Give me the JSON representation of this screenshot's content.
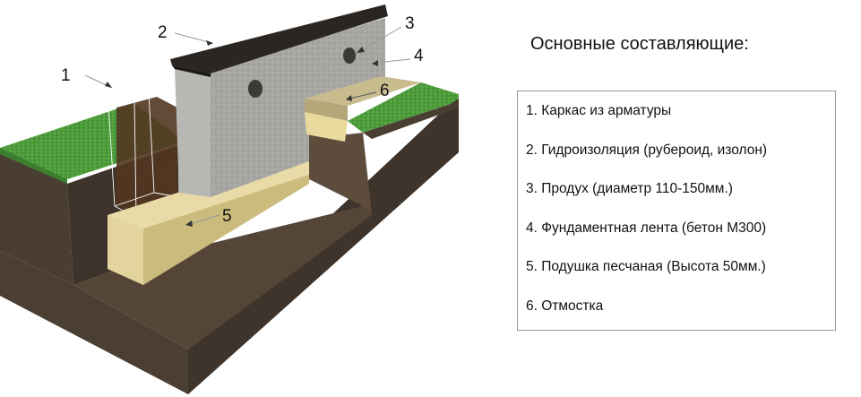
{
  "diagram": {
    "callouts": [
      {
        "id": "1",
        "label": "1"
      },
      {
        "id": "2",
        "label": "2"
      },
      {
        "id": "3",
        "label": "3"
      },
      {
        "id": "4",
        "label": "4"
      },
      {
        "id": "5",
        "label": "5"
      },
      {
        "id": "6",
        "label": "6"
      }
    ],
    "colors": {
      "grass": "#4a9a3a",
      "soil": "#4a3d30",
      "sand": "#d9c98a",
      "concrete": "#a3a3a0",
      "roofing": "#2e2a26",
      "blind_area": "#c6b98e"
    }
  },
  "legend": {
    "title": "Основные составляющие:",
    "items": [
      "1. Каркас из арматуры",
      "2. Гидроизоляция (рубероид, изолон)",
      "3. Продух (диаметр 110-150мм.)",
      "4. Фундаментная лента (бетон М300)",
      "5. Подушка песчаная (Высота 50мм.)",
      "6. Отмостка"
    ]
  }
}
